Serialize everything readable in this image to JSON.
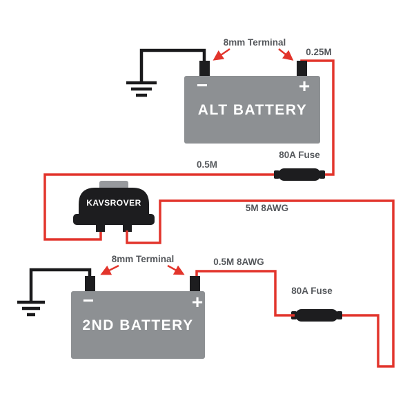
{
  "colors": {
    "wire_red": "#e2342b",
    "wire_black": "#1a1a1c",
    "battery_gray": "#8d9093",
    "label_gray": "#55585c",
    "device_black": "#1d1d1f",
    "tab_gray": "#97999d",
    "text_white": "#ffffff"
  },
  "labels": {
    "alt_battery": "ALT BATTERY",
    "second_battery": "2ND BATTERY",
    "isolator": "KAVSROVER",
    "terminal_8mm_top": "8mm Terminal",
    "terminal_8mm_bottom": "8mm Terminal",
    "length_025m": "0.25M",
    "fuse_80a_top": "80A Fuse",
    "length_05m": "0.5M",
    "length_5m_8awg": "5M 8AWG",
    "length_05m_8awg": "0.5M 8AWG",
    "fuse_80a_bottom": "80A Fuse",
    "minus": "−",
    "plus": "+"
  }
}
